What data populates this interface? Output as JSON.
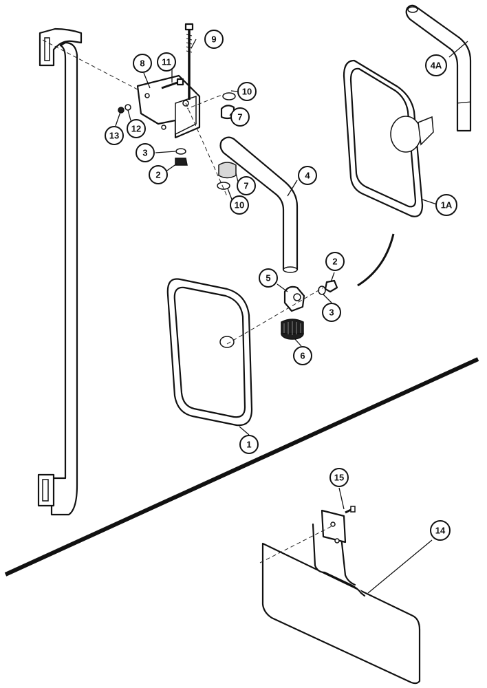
{
  "callouts": {
    "c1": "1",
    "c1A": "1A",
    "c2a": "2",
    "c2b": "2",
    "c3a": "3",
    "c3b": "3",
    "c4": "4",
    "c4A": "4A",
    "c5": "5",
    "c6": "6",
    "c7a": "7",
    "c7b": "7",
    "c8": "8",
    "c9": "9",
    "c10a": "10",
    "c10b": "10",
    "c11": "11",
    "c12": "12",
    "c13": "13",
    "c14": "14",
    "c15": "15"
  }
}
